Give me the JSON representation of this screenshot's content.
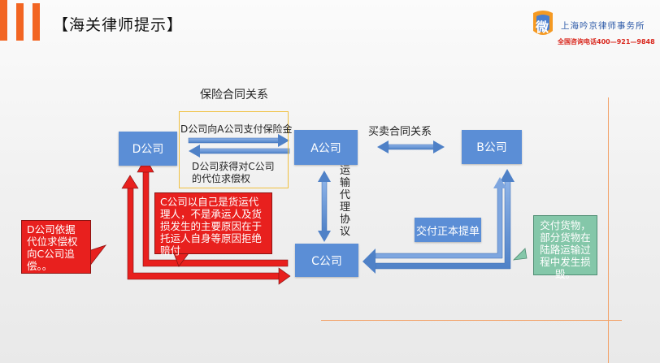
{
  "header": {
    "title": "【海关律师提示】",
    "firm_name": "上海吟京律师事务所",
    "hotline": "全国咨询电话400—921—9848",
    "logo_letter": "微"
  },
  "diagram": {
    "nodes": {
      "d_company": "D公司",
      "a_company": "A公司",
      "b_company": "B公司",
      "c_company": "C公司"
    },
    "relations": {
      "insurance_contract": "保险合同关系",
      "pay_premium": "D公司向A公司支付保险金",
      "subrogation": "D公司获得对C公司的代位求偿权",
      "sales_contract": "买卖合同关系",
      "transport_agreement": "运输代理协议",
      "deliver_bill": "交付正本提单"
    },
    "callouts": {
      "c_defense": "C公司以自己是货运代理人，不是承运人及货损发生的主要原因在于托运人自身等原因拒绝赔付",
      "d_claim": "D公司依据代位求偿权向C公司追偿。。",
      "damage": "交付货物，部分货物在陆路运输过程中发生损毁。"
    }
  },
  "colors": {
    "accent_orange": "#f26522",
    "node_blue": "#5b8ed6",
    "arrow_red": "#e8201e",
    "callout_green": "#84c7a9"
  }
}
